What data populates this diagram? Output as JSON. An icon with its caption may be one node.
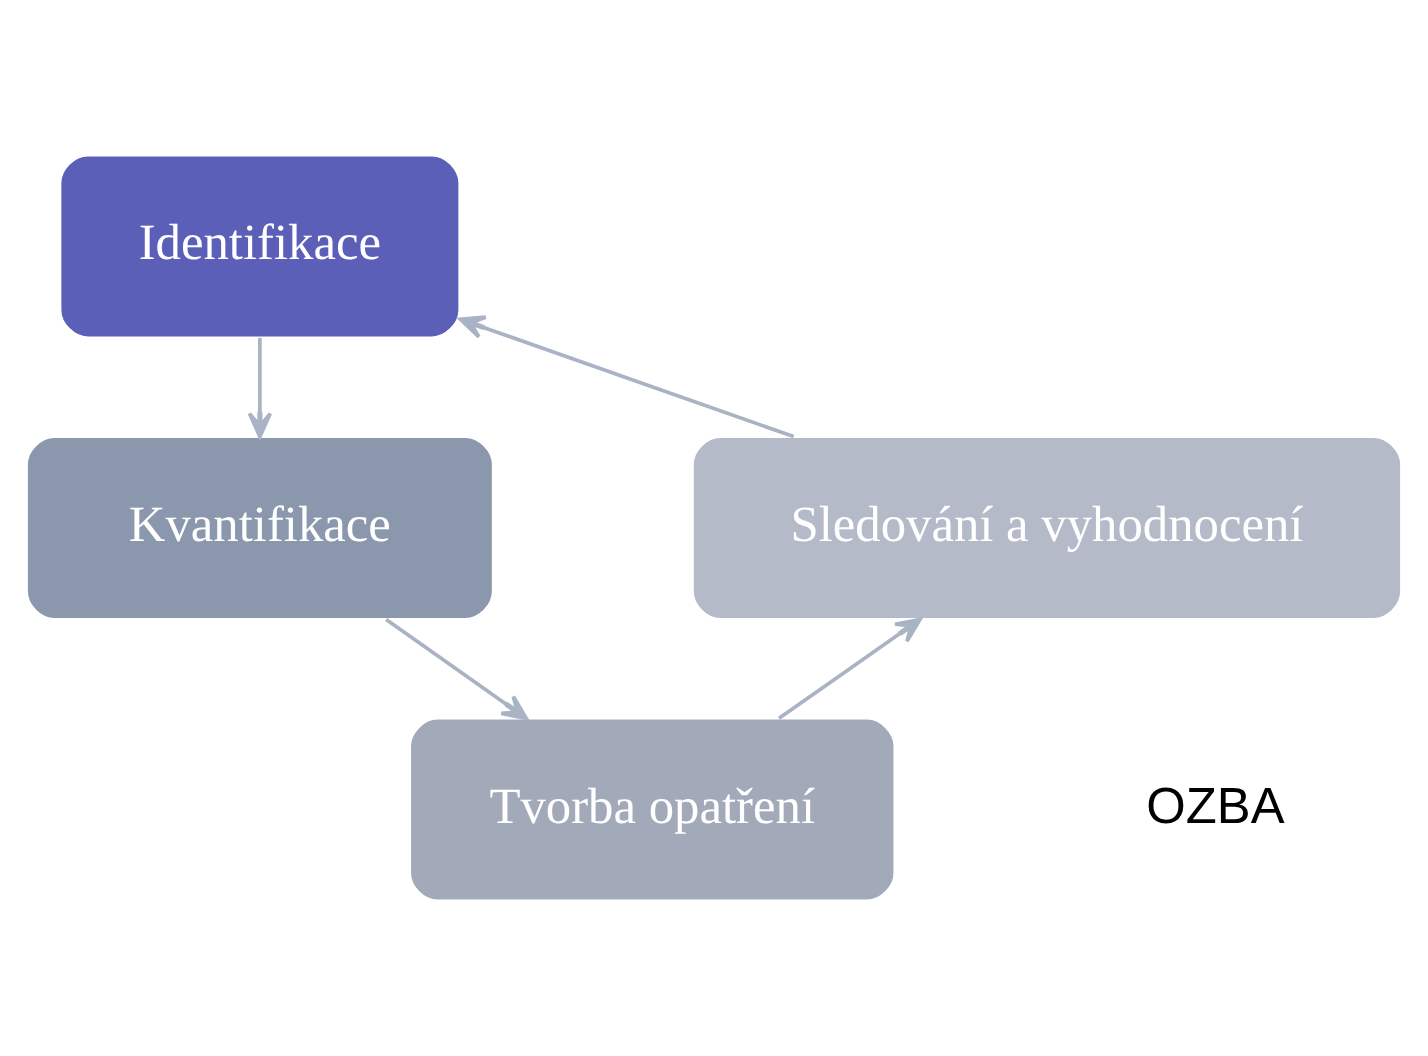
{
  "diagram": {
    "nodes": [
      {
        "text": [
          "Identifikace"
        ]
      },
      {
        "text": [
          "Kvantifikace"
        ]
      },
      {
        "text": [
          "Tvorba opatření"
        ]
      },
      {
        "text": [
          "Sledování a vyhodnocení"
        ]
      }
    ],
    "edges": [
      {
        "from": 0,
        "to": 1,
        "arrow": "to"
      },
      {
        "from": 1,
        "to": 2,
        "arrow": "to"
      },
      {
        "from": 2,
        "to": 3,
        "arrow": "to"
      },
      {
        "from": 3,
        "to": 0,
        "arrow": "to"
      }
    ],
    "labels": [
      "OZBA"
    ]
  }
}
